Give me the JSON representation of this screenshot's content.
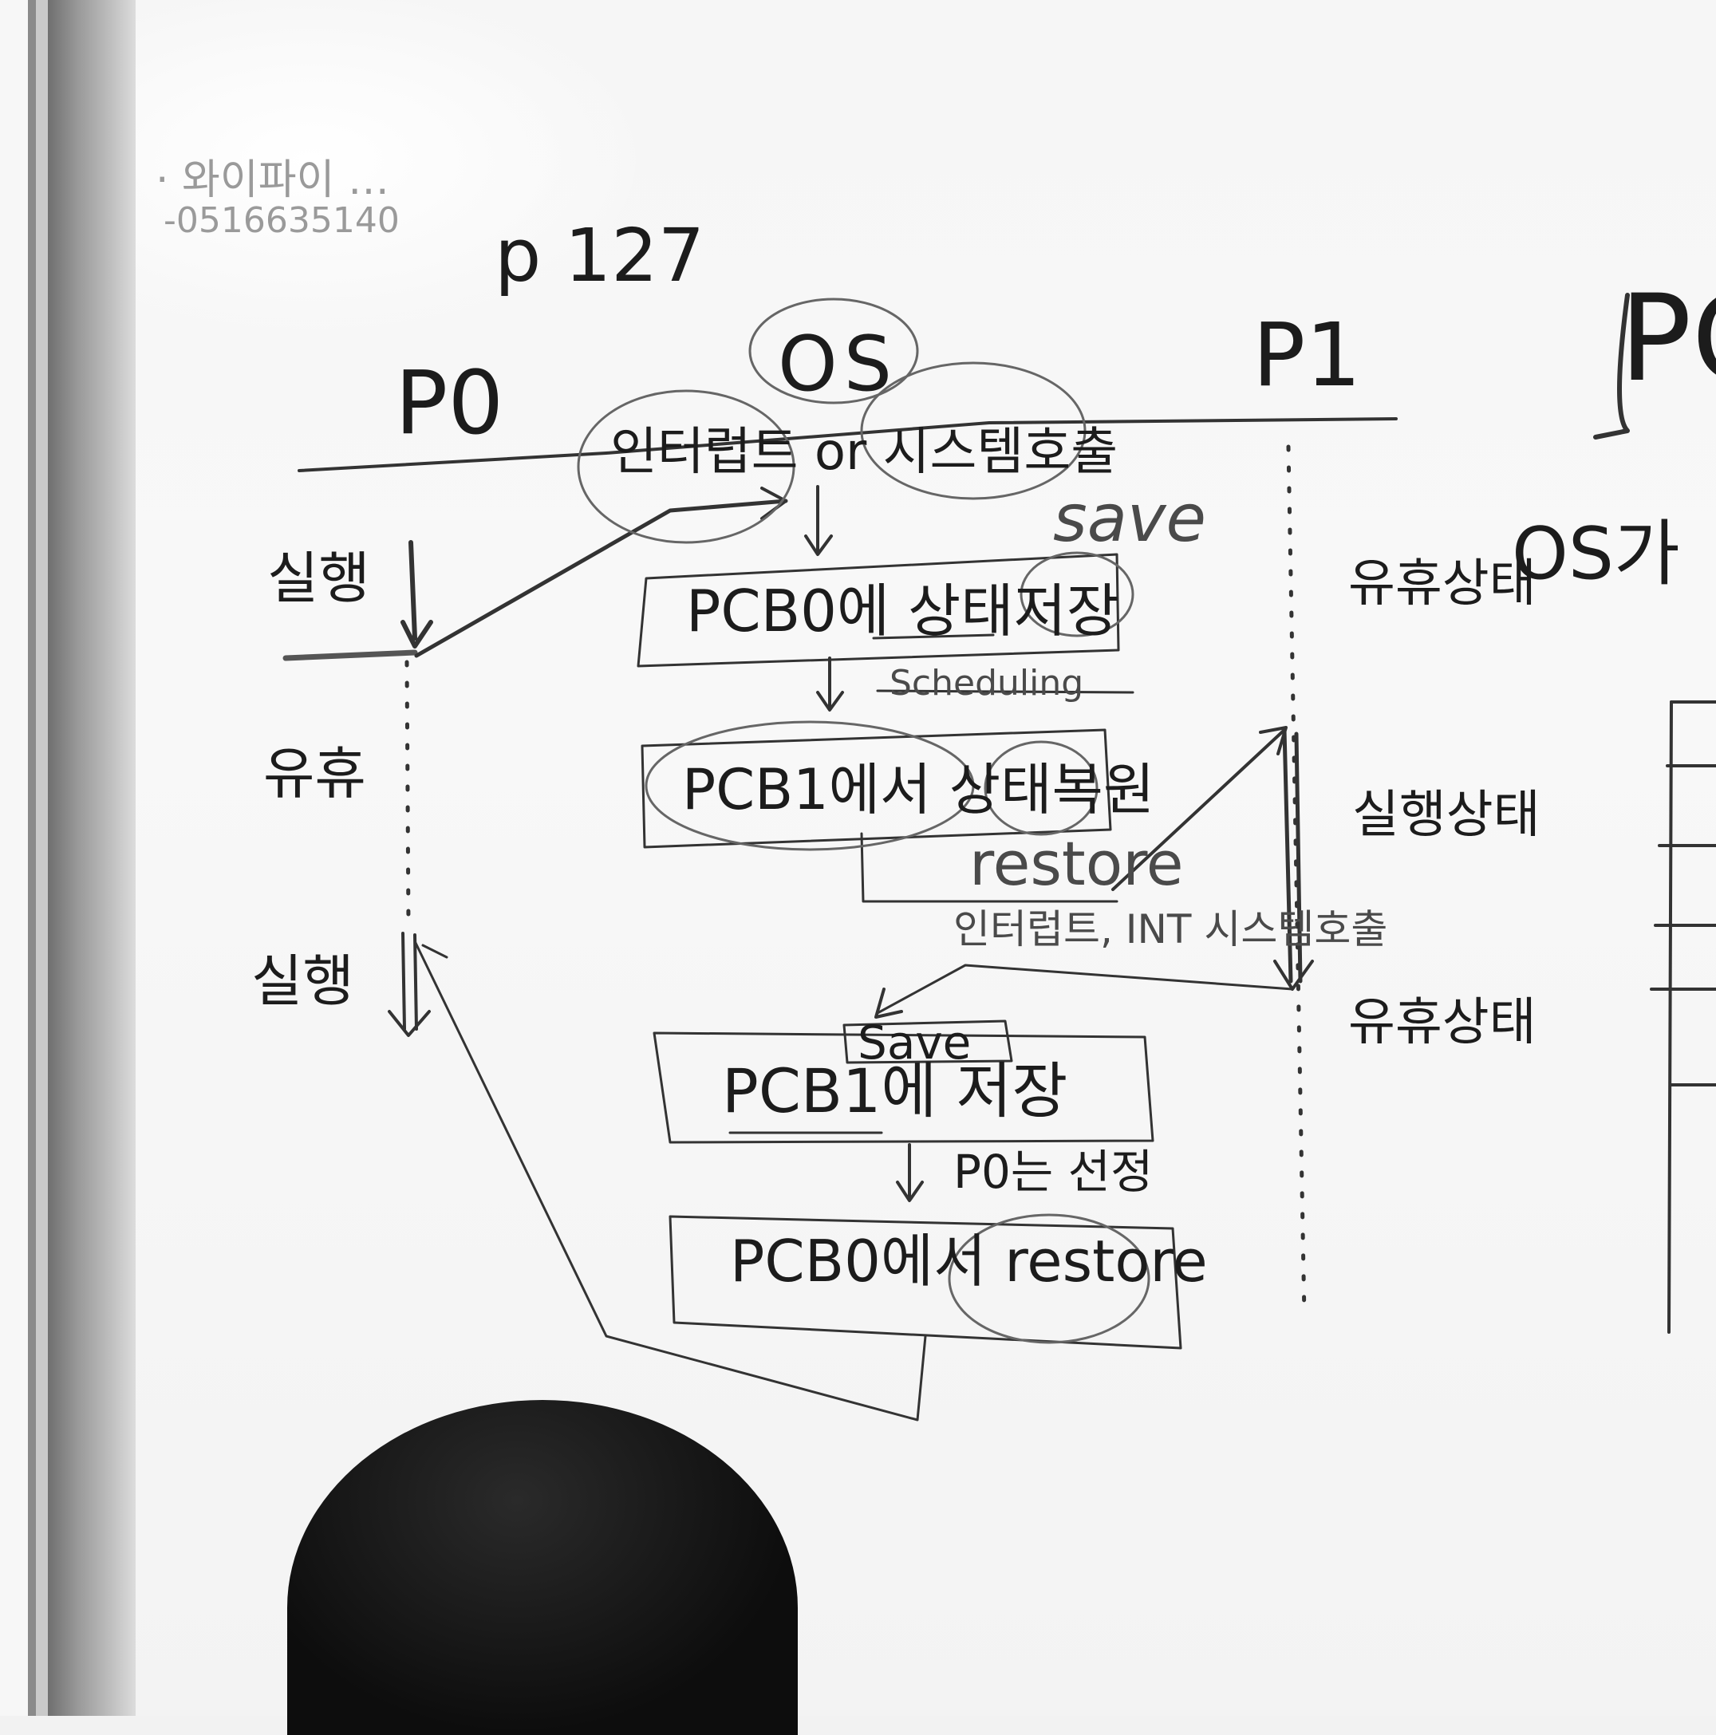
{
  "board": {
    "corner_note_line1": "· 와이파이 …",
    "corner_note_line2": "-0516635140",
    "page_ref": "p 127",
    "process_p0": "P0",
    "process_os": "OS",
    "process_p1": "P1",
    "process_partial_right": "PC",
    "event_interrupt_or_syscall": "인터럽트 or 시스템호출",
    "save_label_top": "save",
    "left_state_run_1": "실행",
    "left_state_idle": "유휴",
    "left_state_run_2": "실행",
    "box_pcb0_save": "PCB0에 상태저장",
    "scheduling_label": "Scheduling",
    "box_pcb1_restore": "PCB1에서 상태복원",
    "restore_label": "restore",
    "interrupt_int_label": "인터럽트, INT 시스템호출",
    "save_label_bottom": "Save",
    "box_pcb1_save": "PCB1에 저장",
    "p0_selected": "P0는 선정",
    "box_pcb0_restore": "PCB0에서 restore",
    "right_state_idle_1": "유휴상태",
    "right_state_run": "실행상태",
    "right_state_idle_2": "유휴상태",
    "right_os_partial": "OS가"
  }
}
